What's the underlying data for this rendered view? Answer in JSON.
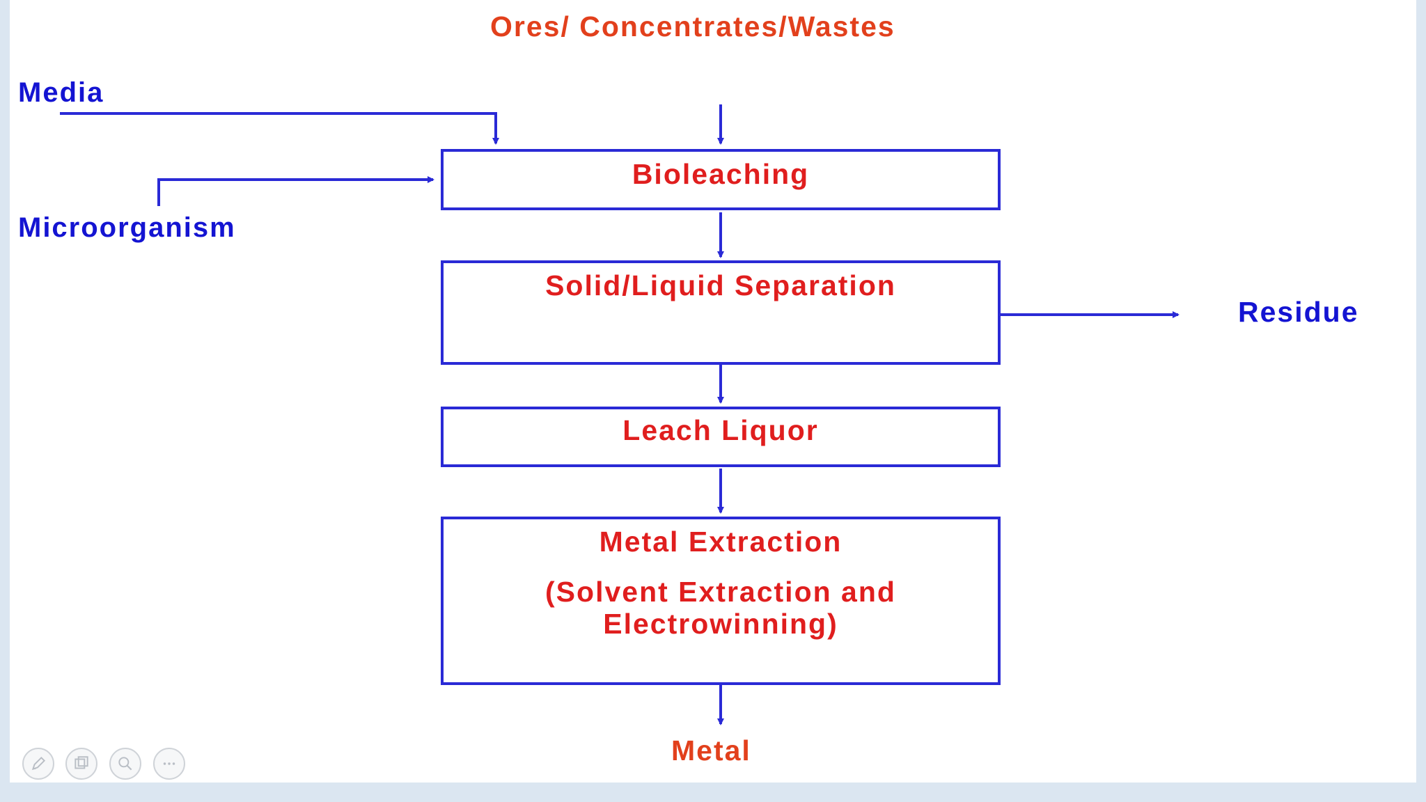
{
  "diagram": {
    "title": "Ores/ Concentrates/Wastes",
    "inputs": {
      "media": "Media",
      "microorganism": "Microorganism"
    },
    "steps": [
      {
        "label": "Bioleaching"
      },
      {
        "label": "Solid/Liquid Separation"
      },
      {
        "label": "Leach Liquor"
      },
      {
        "label": "Metal Extraction",
        "detail_line1": "(Solvent Extraction and",
        "detail_line2": "Electrowinning)"
      }
    ],
    "outputs": {
      "residue": "Residue",
      "metal": "Metal"
    },
    "colors": {
      "box_text": "#e01e1e",
      "title_text": "#e2401c",
      "arrows_and_borders": "#2a2ad6",
      "side_labels": "#1414d2"
    }
  },
  "toolbar": {
    "buttons": [
      {
        "icon": "pen-icon"
      },
      {
        "icon": "slides-icon"
      },
      {
        "icon": "zoom-icon"
      },
      {
        "icon": "more-icon"
      }
    ]
  }
}
